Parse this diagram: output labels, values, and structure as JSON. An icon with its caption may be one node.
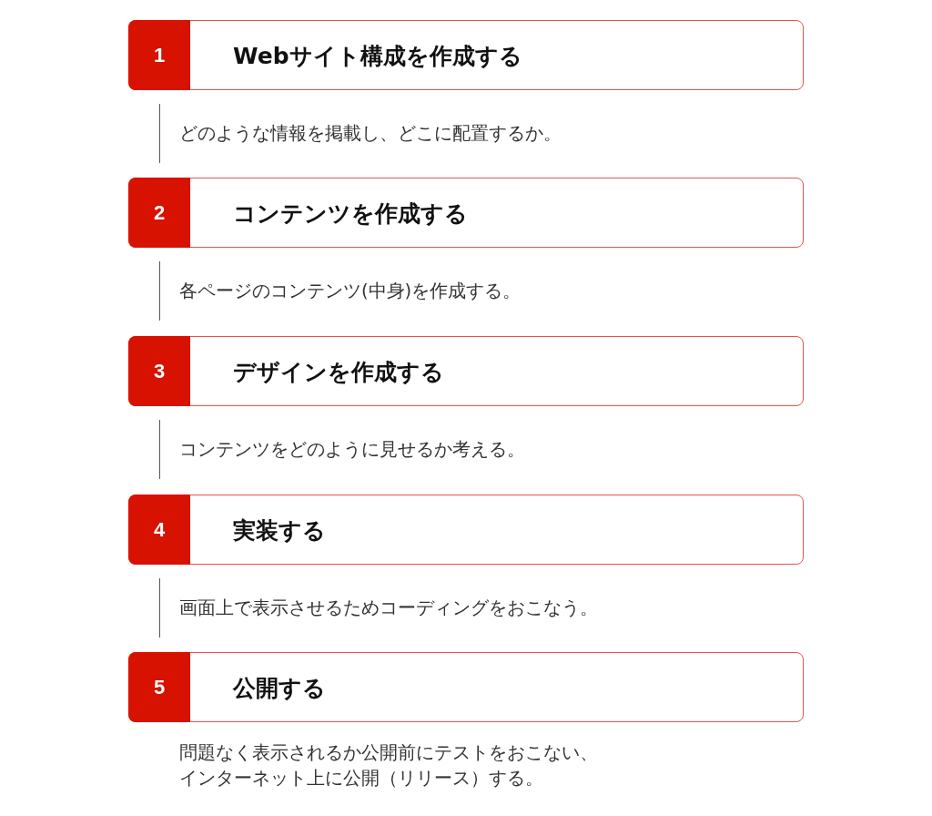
{
  "diagram": {
    "nodes": [
      {
        "text": [
          "1",
          "Webサイト構成を作成する"
        ],
        "beside": [
          "どのような情報を掲載し、どこに配置するか。"
        ]
      },
      {
        "text": [
          "2",
          "コンテンツを作成する"
        ],
        "beside": [
          "各ページのコンテンツ(中身)を作成する。"
        ]
      },
      {
        "text": [
          "3",
          "デザインを作成する"
        ],
        "beside": [
          "コンテンツをどのように見せるか考える。"
        ]
      },
      {
        "text": [
          "4",
          "実装する"
        ],
        "beside": [
          "画面上で表示させるためコーディングをおこなう。"
        ]
      },
      {
        "text": [
          "5",
          "公開する"
        ],
        "beside": [
          "問題なく表示されるか公開前にテストをおこない、インターネット上に公開（リリース）する。"
        ]
      }
    ]
  }
}
